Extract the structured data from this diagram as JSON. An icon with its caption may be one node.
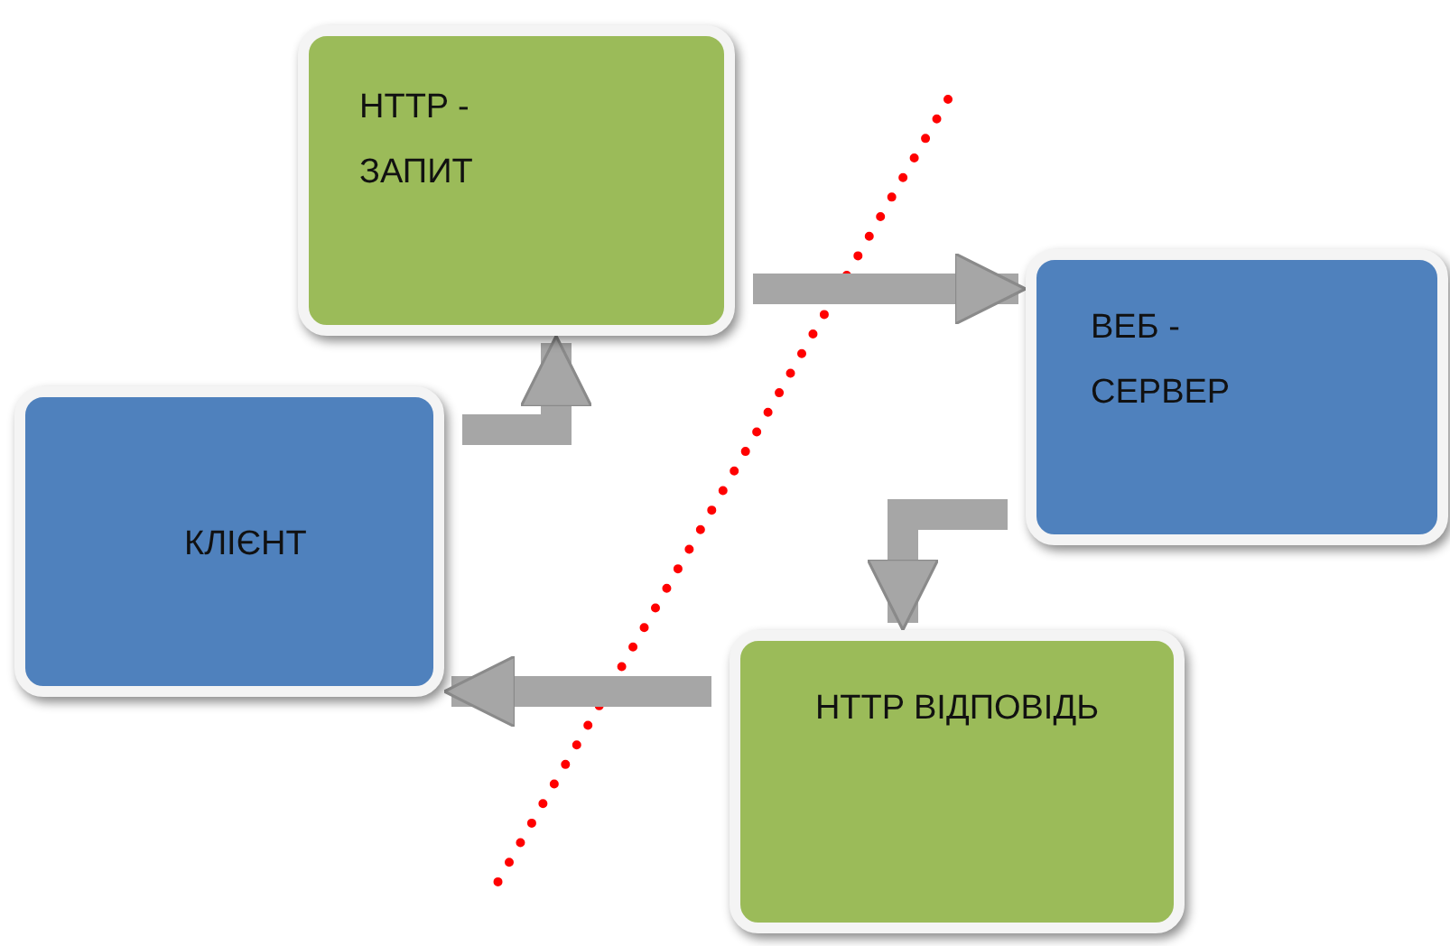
{
  "diagram": {
    "nodes": [
      {
        "text": [
          "HTTP - ЗАПИТ"
        ]
      },
      {
        "text": [
          "ВЕБ - СЕРВЕР"
        ]
      },
      {
        "text": [
          "КЛІЄНТ"
        ]
      },
      {
        "text": [
          "HTTP ВІДПОВІДЬ"
        ]
      }
    ],
    "edges": [
      {
        "from": 2,
        "to": 0,
        "arrow": "to"
      },
      {
        "from": 0,
        "to": 1,
        "arrow": "to"
      },
      {
        "from": 1,
        "to": 3,
        "arrow": "to"
      },
      {
        "from": 3,
        "to": 2,
        "arrow": "to"
      }
    ]
  }
}
